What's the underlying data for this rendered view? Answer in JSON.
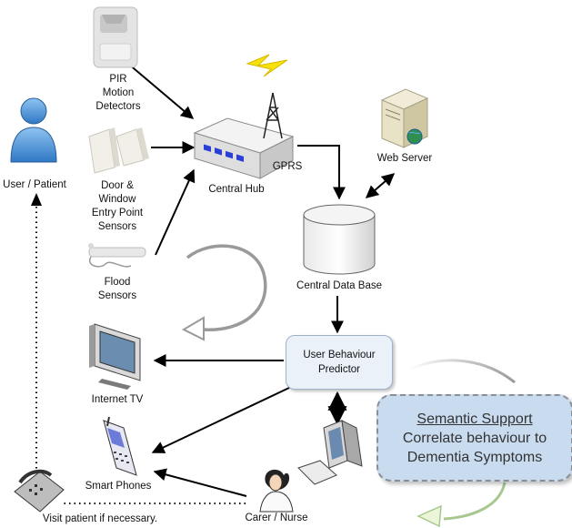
{
  "labels": {
    "pir": [
      "PIR",
      "Motion",
      "Detectors"
    ],
    "door": [
      "Door &",
      "Window",
      "Entry Point",
      "Sensors"
    ],
    "flood": [
      "Flood",
      "Sensors"
    ],
    "user_patient": "User / Patient",
    "central_hub": "Central Hub",
    "gprs": "GPRS",
    "web_server": "Web Server",
    "central_db": "Central Data Base",
    "internet_tv": "Internet TV",
    "smart_phones": "Smart Phones",
    "carer": "Carer / Nurse",
    "visit": "Visit patient if necessary."
  },
  "predictor": {
    "line1": "User Behaviour",
    "line2": "Predictor"
  },
  "semantic": {
    "title": "Semantic Support",
    "line1": "Correlate behaviour to",
    "line2": "Dementia Symptoms"
  },
  "icons": [
    "motion-sensor-icon",
    "door-sensor-icon",
    "flood-sensor-icon",
    "user-icon",
    "hub-icon",
    "antenna-icon",
    "lightning-icon",
    "server-icon",
    "database-icon",
    "tv-icon",
    "mobile-phone-icon",
    "desk-phone-icon",
    "nurse-icon",
    "computer-icon"
  ]
}
